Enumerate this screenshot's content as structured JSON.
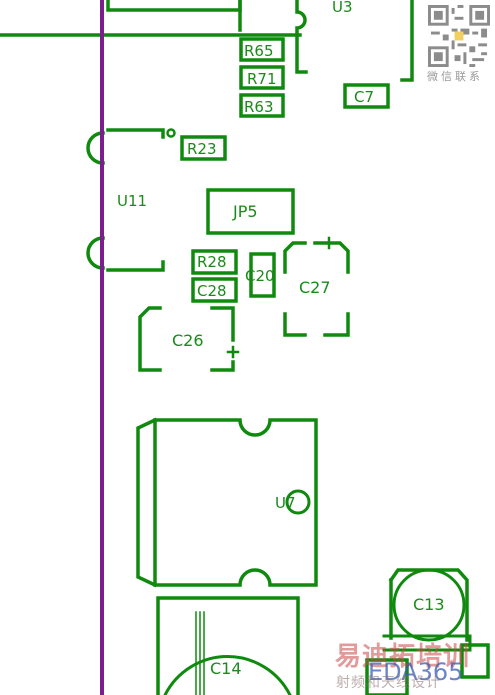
{
  "colors": {
    "silkscreen": "#0f8a0f",
    "board_outline": "#7a1f8c",
    "background": "#ffffff"
  },
  "components": [
    {
      "id": "u3",
      "label": "U3"
    },
    {
      "id": "r65",
      "label": "R65"
    },
    {
      "id": "r71",
      "label": "R71"
    },
    {
      "id": "r63",
      "label": "R63"
    },
    {
      "id": "c7",
      "label": "C7"
    },
    {
      "id": "r23",
      "label": "R23"
    },
    {
      "id": "u11",
      "label": "U11"
    },
    {
      "id": "jp5",
      "label": "JP5"
    },
    {
      "id": "r28",
      "label": "R28"
    },
    {
      "id": "c20",
      "label": "C20"
    },
    {
      "id": "c27",
      "label": "C27"
    },
    {
      "id": "c28",
      "label": "C28"
    },
    {
      "id": "c26",
      "label": "C26"
    },
    {
      "id": "u7",
      "label": "U7"
    },
    {
      "id": "c13",
      "label": "C13"
    },
    {
      "id": "c14",
      "label": "C14"
    }
  ],
  "watermark": {
    "brand": "易迪拓培训",
    "eda": "EDA365",
    "sub": "射频和天线设计",
    "wechat": "微信联系"
  }
}
